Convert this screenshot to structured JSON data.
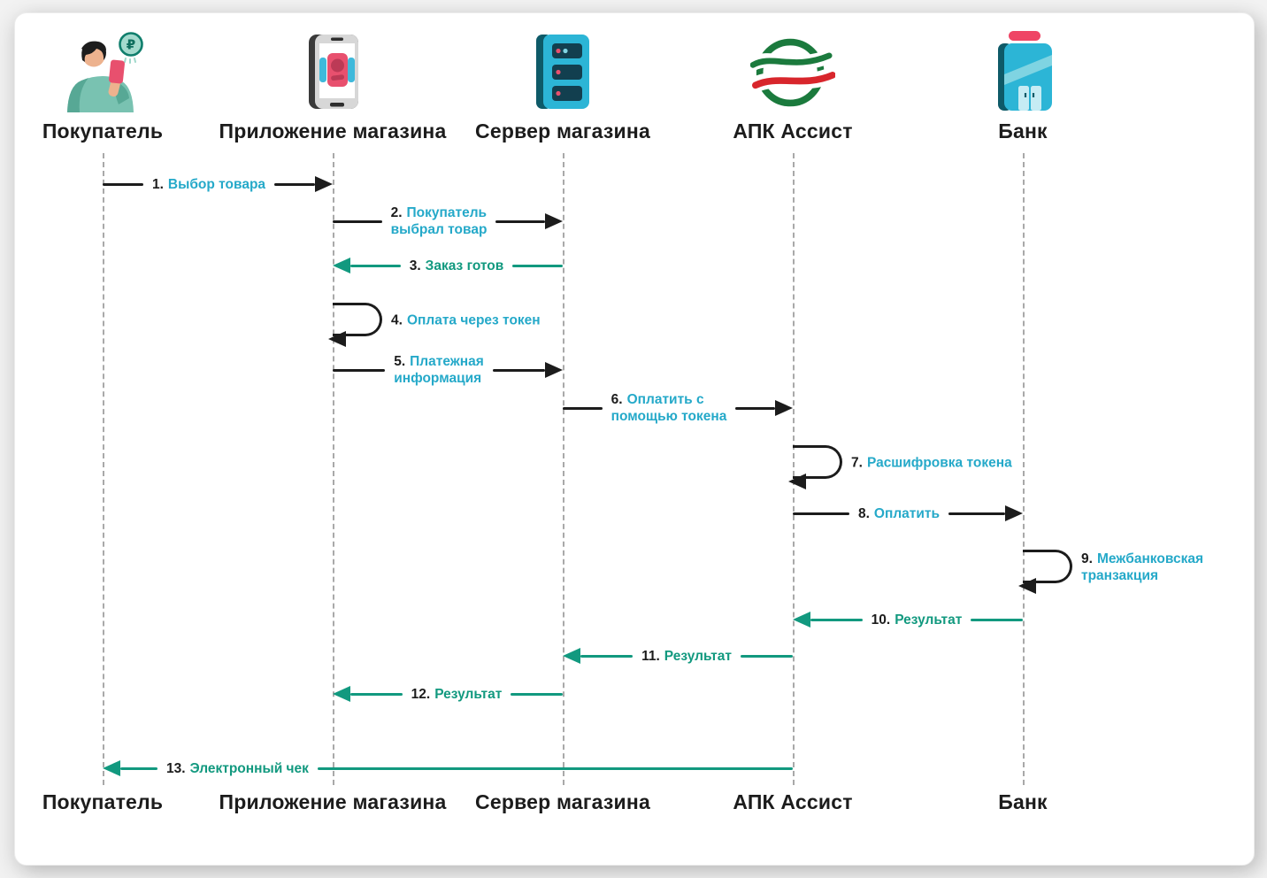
{
  "diagram": {
    "actors": [
      {
        "id": "buyer",
        "label": "Покупатель",
        "icon": "person-with-phone-icon"
      },
      {
        "id": "app",
        "label": "Приложение магазина",
        "icon": "store-app-phone-icon"
      },
      {
        "id": "server",
        "label": "Сервер магазина",
        "icon": "server-icon"
      },
      {
        "id": "assist",
        "label": "АПК Ассист",
        "icon": "assist-logo-icon"
      },
      {
        "id": "bank",
        "label": "Банк",
        "icon": "bank-card-icon"
      }
    ],
    "messages": [
      {
        "num": "1.",
        "lines": [
          "Выбор товара"
        ],
        "from": "buyer",
        "to": "app",
        "kind": "forward"
      },
      {
        "num": "2.",
        "lines": [
          "Покупатель",
          "выбрал товар"
        ],
        "from": "app",
        "to": "server",
        "kind": "forward"
      },
      {
        "num": "3.",
        "lines": [
          "Заказ готов"
        ],
        "from": "server",
        "to": "app",
        "kind": "return"
      },
      {
        "num": "4.",
        "lines": [
          "Оплата через токен"
        ],
        "actor": "app",
        "kind": "self"
      },
      {
        "num": "5.",
        "lines": [
          "Платежная",
          "информация"
        ],
        "from": "app",
        "to": "server",
        "kind": "forward"
      },
      {
        "num": "6.",
        "lines": [
          "Оплатить с",
          "помощью токена"
        ],
        "from": "server",
        "to": "assist",
        "kind": "forward"
      },
      {
        "num": "7.",
        "lines": [
          "Расшифровка токена"
        ],
        "actor": "assist",
        "kind": "self"
      },
      {
        "num": "8.",
        "lines": [
          "Оплатить"
        ],
        "from": "assist",
        "to": "bank",
        "kind": "forward"
      },
      {
        "num": "9.",
        "lines": [
          "Межбанковская",
          "транзакция"
        ],
        "actor": "bank",
        "kind": "self"
      },
      {
        "num": "10.",
        "lines": [
          "Результат"
        ],
        "from": "bank",
        "to": "assist",
        "kind": "return"
      },
      {
        "num": "11.",
        "lines": [
          "Результат"
        ],
        "from": "assist",
        "to": "server",
        "kind": "return"
      },
      {
        "num": "12.",
        "lines": [
          "Результат"
        ],
        "from": "server",
        "to": "app",
        "kind": "return"
      },
      {
        "num": "13.",
        "lines": [
          "Электронный чек"
        ],
        "from": "assist",
        "to": "buyer",
        "kind": "return",
        "label_near_target": true
      }
    ],
    "colors": {
      "forward_label": "#25a9c9",
      "return_label": "#12997f",
      "forward_arrow": "#1c1c1c",
      "return_arrow": "#12997f",
      "number": "#1c1c1c",
      "actor_label": "#1c1c1c",
      "lifeline": "#a9a9a9"
    }
  }
}
